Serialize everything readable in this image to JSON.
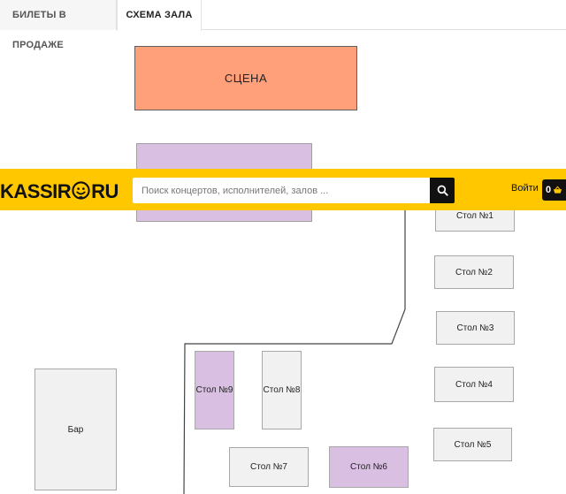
{
  "tabs": [
    {
      "label": "БИЛЕТЫ В ПРОДАЖЕ"
    },
    {
      "label": "СХЕМА ЗАЛА"
    }
  ],
  "header": {
    "logo_left": "KASSIR",
    "logo_right": "RU",
    "search_placeholder": "Поиск концертов, исполнителей, залов ...",
    "login_label": "Войти",
    "cart_count": "0",
    "accent_color": "#ffc700"
  },
  "scheme": {
    "stage_label": "СЦЕНА",
    "bar_label": "Бар",
    "tables": [
      {
        "label": "Стол №1"
      },
      {
        "label": "Стол №2"
      },
      {
        "label": "Стол №3"
      },
      {
        "label": "Стол №4"
      },
      {
        "label": "Стол №5"
      },
      {
        "label": "Стол №6"
      },
      {
        "label": "Стол №7"
      },
      {
        "label": "Стол №8"
      },
      {
        "label": "Стол №9"
      }
    ],
    "colors": {
      "stage": "#ffa07a",
      "purple": "#d9bfe2",
      "table": "#f1f1f1"
    }
  }
}
